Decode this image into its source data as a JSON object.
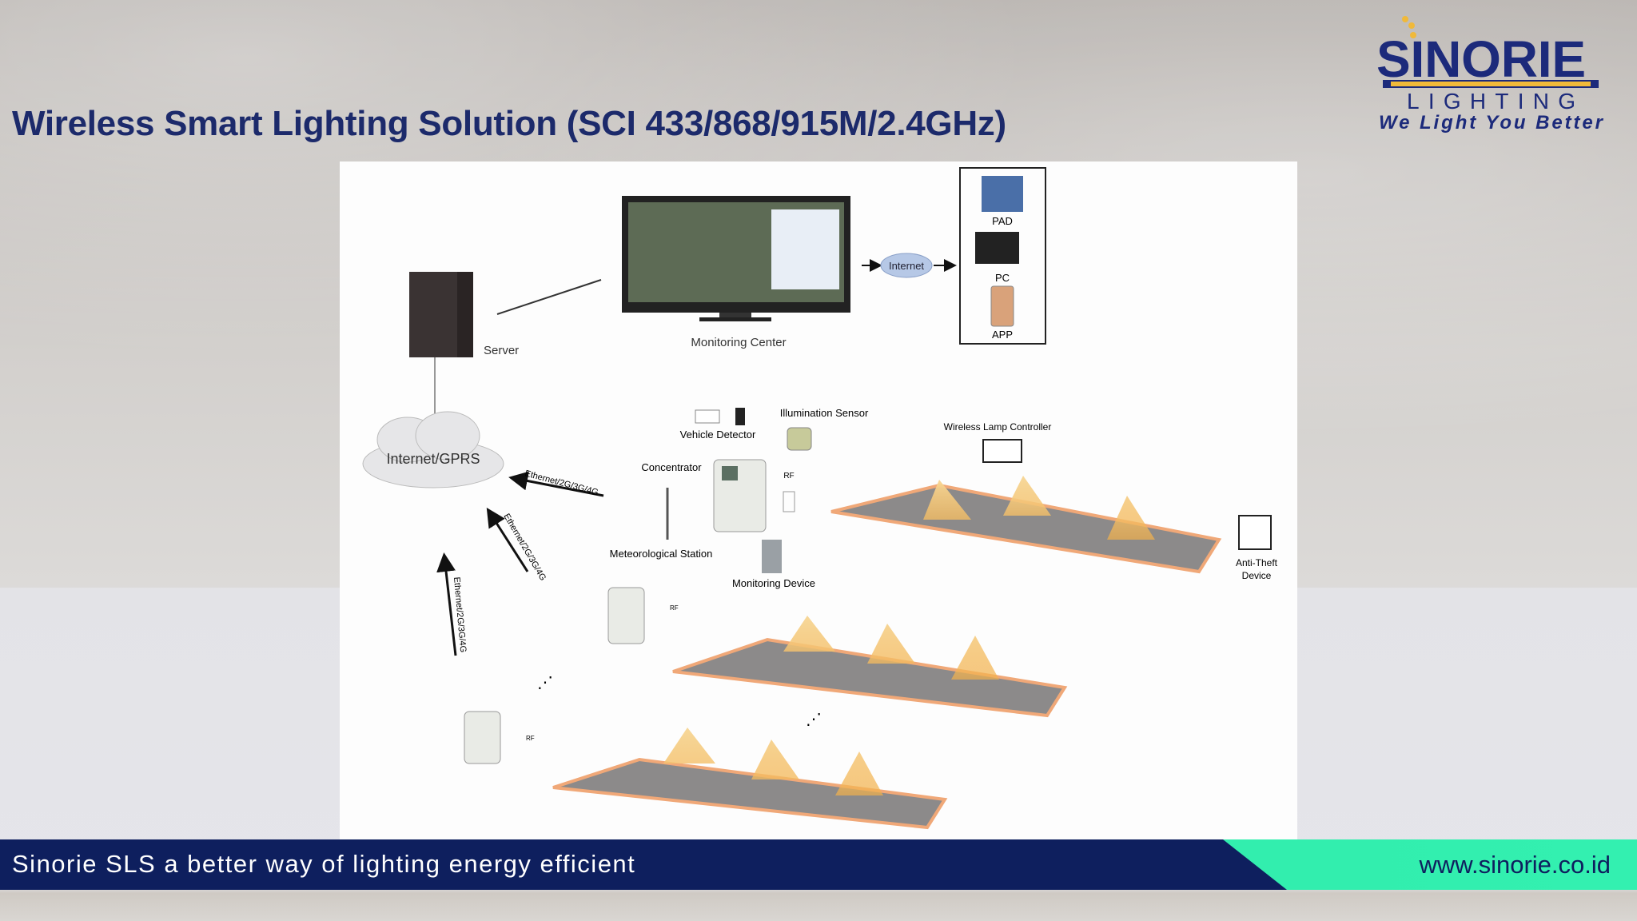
{
  "title": "Wireless Smart Lighting Solution (SCI 433/868/915M/2.4GHz)",
  "logo": {
    "brand": "SINORIE",
    "sub": "LIGHTING",
    "tagline": "We Light You Better"
  },
  "diagram": {
    "server": "Server",
    "monitoring_center": "Monitoring Center",
    "internet": "Internet",
    "pad": "PAD",
    "pc": "PC",
    "app": "APP",
    "internet_gprs": "Internet/GPRS",
    "vehicle_detector": "Vehicle Detector",
    "illumination_sensor": "Illumination Sensor",
    "concentrator": "Concentrator",
    "rf": "RF",
    "rf2": "RF",
    "rf3": "RF",
    "meteorological_station": "Meteorological Station",
    "monitoring_device": "Monitoring Device",
    "wireless_lamp_controller": "Wireless Lamp Controller",
    "anti_theft_1": "Anti-Theft",
    "anti_theft_2": "Device",
    "link": "Ethernet/2G/3G/4G"
  },
  "footer": {
    "slogan": "Sinorie SLS a better way of lighting energy efficient",
    "website": "www.sinorie.co.id"
  },
  "colors": {
    "navy": "#0e1f5e",
    "green": "#33f0b0",
    "title": "#1c2a6b",
    "lamp": "#f3c77a"
  }
}
